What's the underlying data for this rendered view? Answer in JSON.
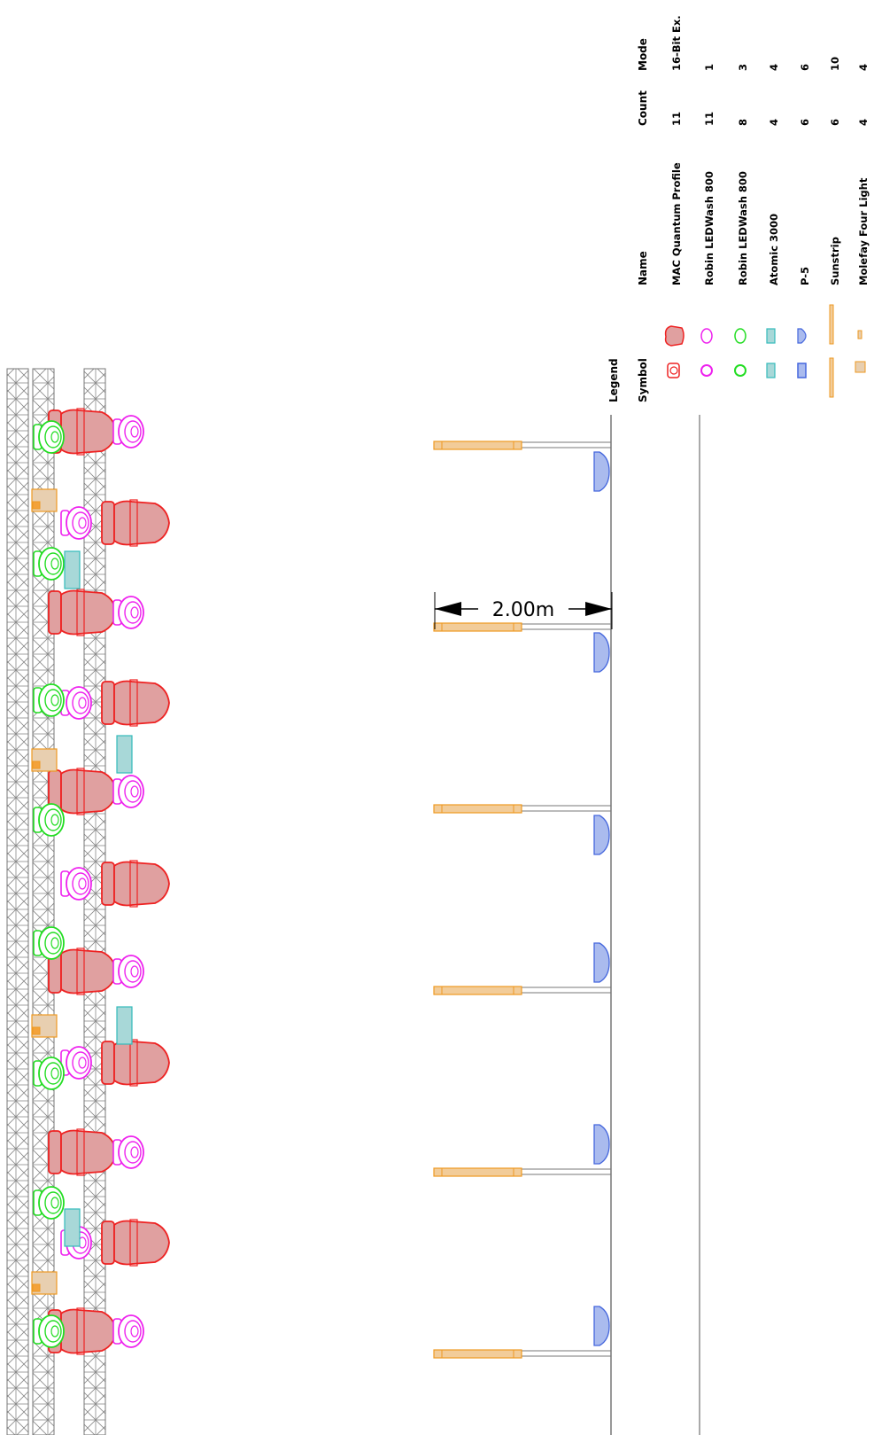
{
  "legend": {
    "title": "Legend",
    "headers": {
      "symbol": "Symbol",
      "name": "Name",
      "count": "Count",
      "mode": "Mode"
    },
    "rows": [
      {
        "name": "MAC Quantum Profile",
        "count": "11",
        "mode": "16-Bit Ex.",
        "icon": "mac-quantum-profile-icon",
        "color": "#ee2222"
      },
      {
        "name": "Robin LEDWash 800",
        "count": "11",
        "mode": "1",
        "icon": "robin-ledwash-800-icon",
        "color": "#ee22ee"
      },
      {
        "name": "Robin LEDWash 800",
        "count": "8",
        "mode": "3",
        "icon": "robin-ledwash-800-icon",
        "color": "#22dd22"
      },
      {
        "name": "Atomic 3000",
        "count": "4",
        "mode": "4",
        "icon": "atomic-3000-icon",
        "color": "#33bbbb"
      },
      {
        "name": "P-5",
        "count": "6",
        "mode": "6",
        "icon": "p5-icon",
        "color": "#4466dd"
      },
      {
        "name": "Sunstrip",
        "count": "6",
        "mode": "10",
        "icon": "sunstrip-icon",
        "color": "#ee9922"
      },
      {
        "name": "Molefay Four Light",
        "count": "4",
        "mode": "4",
        "icon": "molefay-four-light-icon",
        "color": "#ee9922"
      }
    ]
  },
  "dimension": {
    "label": "2.00m"
  },
  "colors": {
    "mac_fill": "#e0a0a0",
    "mac_stroke": "#ee2222",
    "wash_pink": "#ee22ee",
    "wash_green": "#22dd22",
    "atomic_fill": "#a8d8d8",
    "atomic_stroke": "#33bbbb",
    "p5_fill": "#aabbee",
    "p5_stroke": "#4466dd",
    "sun_fill": "#f2cc99",
    "sun_stroke": "#ee9922",
    "mole_fill": "#e8cfb0",
    "mole_stroke": "#ee9922",
    "truss": "#777777"
  }
}
